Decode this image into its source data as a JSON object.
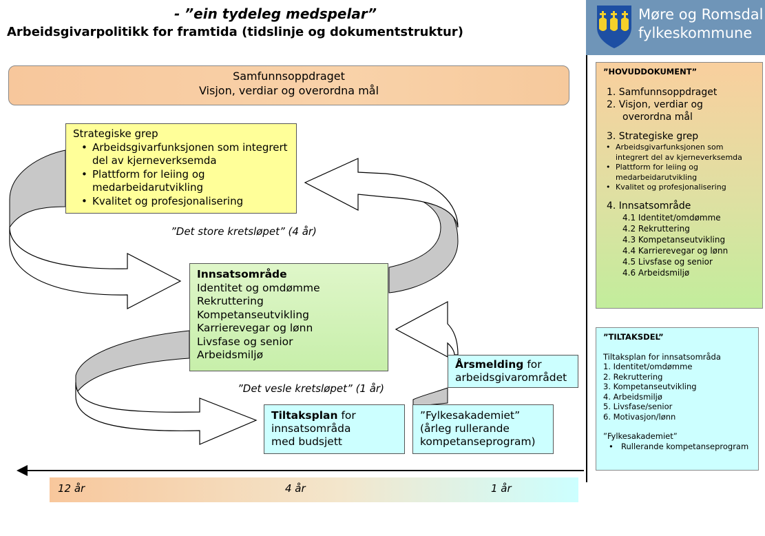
{
  "header": {
    "subtitle": "- ”ein tydeleg medspelar”",
    "title": "Arbeidsgivarpolitikk for framtida (tidslinje og dokumentstruktur)"
  },
  "logo": {
    "line1": "Møre og Romsdal",
    "line2": "fylkeskommune"
  },
  "samfunn": {
    "title": "Samfunnsoppdraget",
    "subtitle": "Visjon, verdiar og overordna mål"
  },
  "strategiske": {
    "title": "Strategiske grep",
    "items": [
      "Arbeidsgivarfunksjonen som integrert del av kjerneverksemda",
      "Plattform for leiing og medarbeidarutvikling",
      "Kvalitet og profesjonalisering"
    ]
  },
  "loops": {
    "big": "”Det store kretsløpet” (4 år)",
    "small": "”Det vesle kretsløpet” (1 år)"
  },
  "innsats": {
    "title": "Innsatsområde",
    "items": [
      "Identitet og omdømme",
      "Rekruttering",
      "Kompetanseutvikling",
      "Karrierevegar og lønn",
      "Livsfase og senior",
      "Arbeidsmiljø"
    ]
  },
  "aarsmelding": {
    "bold": "Årsmelding",
    "rest1": " for",
    "rest2": "arbeidsgivarområdet"
  },
  "tiltaksplan": {
    "bold": "Tiltaksplan",
    "rest1": " for",
    "line2": "innsatsområda",
    "line3": "med budsjett"
  },
  "fylkesakademiet": {
    "line1": "”Fylkesakademiet”",
    "line2": "(årleg rullerande",
    "line3": "kompetanseprogram)"
  },
  "hovuddokument": {
    "heading": "”HOVUDDOKUMENT”",
    "item1": "1.  Samfunnsoppdraget",
    "item2a": "2.  Visjon, verdiar og",
    "item2b": "overordna mål",
    "item3": "3.  Strategiske grep",
    "item3_bullets": [
      "Arbeidsgivarfunksjonen som integrert del av kjerneverksemda",
      "Plattform for leiing og medarbeidarutvikling",
      "Kvalitet og profesjonalisering"
    ],
    "item4": "4.  Innsatsområde",
    "item4_subs": [
      "4.1 Identitet/omdømme",
      "4.2 Rekruttering",
      "4.3 Kompetanseutvikling",
      "4.4 Karrierevegar og lønn",
      "4.5 Livsfase og senior",
      "4.6 Arbeidsmiljø"
    ]
  },
  "tiltaksdel": {
    "heading": "”TILTAKSDEL”",
    "intro": "Tiltaksplan for innsatsområda",
    "items": [
      "1.   Identitet/omdømme",
      "2.   Rekruttering",
      "3.   Kompetanseutvikling",
      "4.   Arbeidsmiljø",
      "5.   Livsfase/senior",
      "6.   Motivasjon/lønn"
    ],
    "akademi_heading": "”Fylkesakademiet”",
    "akademi_item": "Rullerande kompetanseprogram"
  },
  "timeline": {
    "t12": "12 år",
    "t4": "4 år",
    "t1": "1 år"
  },
  "colors": {
    "orange": "#f8c79c",
    "yellow": "#ffff99",
    "green": "#c7efaa",
    "cyan": "#ccffff",
    "logo": "#6f95b8"
  }
}
